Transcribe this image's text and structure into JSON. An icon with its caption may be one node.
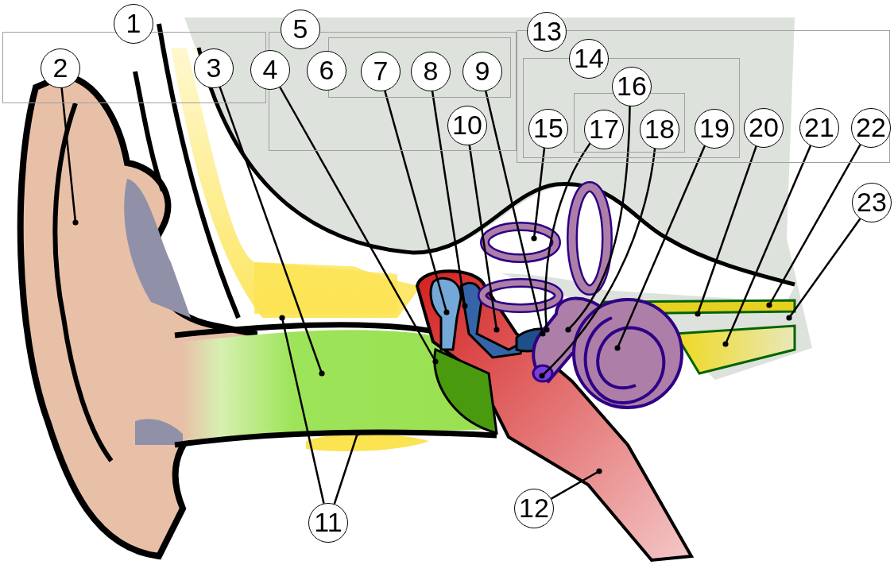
{
  "diagram": {
    "nodes": [
      {
        "text": [],
        "shape": "box"
      },
      {
        "text": [
          "1"
        ]
      },
      {
        "text": [
          "2"
        ],
        "in": 0
      },
      {
        "text": [
          "3"
        ],
        "in": 0
      },
      {
        "text": [
          "4"
        ]
      },
      {
        "text": [],
        "shape": "box"
      },
      {
        "text": [
          "5"
        ]
      },
      {
        "text": [],
        "shape": "box",
        "in": 5
      },
      {
        "text": [
          "6"
        ],
        "in": 5
      },
      {
        "text": [
          "7"
        ],
        "in": 7
      },
      {
        "text": [
          "8"
        ],
        "in": 7
      },
      {
        "text": [
          "9"
        ],
        "in": 7
      },
      {
        "text": [
          "10"
        ],
        "in": 5
      },
      {
        "text": [],
        "shape": "box"
      },
      {
        "text": [
          "13"
        ]
      },
      {
        "text": [],
        "shape": "box",
        "in": 13
      },
      {
        "text": [
          "14"
        ],
        "in": 13
      },
      {
        "text": [
          "15"
        ],
        "in": 15
      },
      {
        "text": [],
        "shape": "box",
        "in": 15
      },
      {
        "text": [
          "16"
        ],
        "in": 15
      },
      {
        "text": [
          "17"
        ],
        "in": 18
      },
      {
        "text": [
          "18"
        ],
        "in": 18
      },
      {
        "text": [
          "19"
        ],
        "in": 15
      },
      {
        "text": [
          "20"
        ],
        "in": 13
      },
      {
        "text": [
          "21"
        ],
        "in": 13
      },
      {
        "text": [
          "22"
        ],
        "in": 13
      },
      {
        "text": [
          "23"
        ]
      },
      {
        "text": [
          "11"
        ]
      },
      {
        "text": [
          "12"
        ]
      }
    ],
    "edges": [
      {
        "from": 2,
        "to": null,
        "arrow": "other"
      },
      {
        "from": 3,
        "to": null,
        "arrow": "other"
      },
      {
        "from": 4,
        "to": null,
        "arrow": "other"
      },
      {
        "from": 9,
        "to": null,
        "arrow": "other"
      },
      {
        "from": 10,
        "to": null,
        "arrow": "other"
      },
      {
        "from": 11,
        "to": null,
        "arrow": "other"
      },
      {
        "from": 12,
        "to": null,
        "arrow": "other"
      },
      {
        "from": 27,
        "to": null,
        "arrow": "other"
      },
      {
        "from": 27,
        "to": null,
        "arrow": "other"
      },
      {
        "from": 28,
        "to": null,
        "arrow": "other"
      },
      {
        "from": 17,
        "to": null,
        "arrow": "other"
      },
      {
        "from": 19,
        "to": null,
        "arrow": "other"
      },
      {
        "from": 20,
        "to": null,
        "arrow": "other"
      },
      {
        "from": 21,
        "to": null,
        "arrow": "other"
      },
      {
        "from": 22,
        "to": null,
        "arrow": "other"
      },
      {
        "from": 23,
        "to": null,
        "arrow": "other"
      },
      {
        "from": 24,
        "to": null,
        "arrow": "other"
      },
      {
        "from": 25,
        "to": null,
        "arrow": "other"
      },
      {
        "from": 26,
        "to": null,
        "arrow": "other"
      }
    ]
  }
}
